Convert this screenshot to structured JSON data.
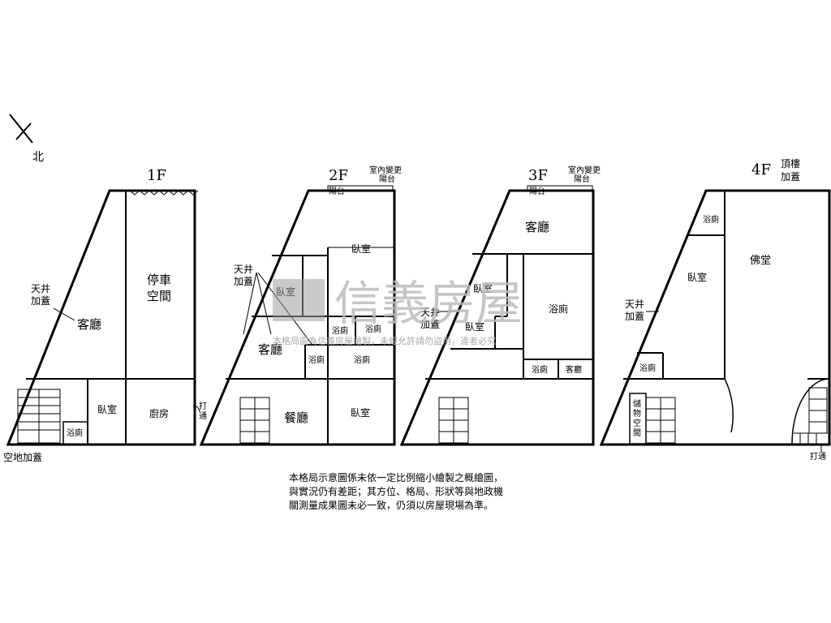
{
  "compass": {
    "label": "北"
  },
  "floors": [
    {
      "title": "1F",
      "rooms": [
        "停車",
        "空間",
        "客廳",
        "天井",
        "加蓋",
        "臥室",
        "廚房",
        "浴廁",
        "空地加蓋",
        "打",
        "通"
      ]
    },
    {
      "title": "2F",
      "rooms": [
        "室內變更",
        "陽台",
        "陽台",
        "臥室",
        "天井",
        "加蓋",
        "臥室",
        "客廳",
        "浴廁",
        "浴廁",
        "浴廁",
        "浴廁",
        "餐廳",
        "臥室"
      ]
    },
    {
      "title": "3F",
      "rooms": [
        "室內變更",
        "陽台",
        "陽台",
        "客廳",
        "臥室",
        "天井",
        "加蓋",
        "臥室",
        "浴廁",
        "浴廁",
        "客廳"
      ]
    },
    {
      "title": "4F",
      "rooms": [
        "頂樓",
        "加蓋",
        "浴廁",
        "佛堂",
        "臥室",
        "天井",
        "加蓋",
        "浴廁",
        "儲",
        "物",
        "空",
        "間",
        "打通"
      ]
    }
  ],
  "watermark": {
    "brand": "信義房屋",
    "notice": "本格局圖為信義房屋繪製，未經允許請勿盜用，違者必究"
  },
  "note": [
    "本格局示意圖係未依一定比例縮小繪製之概繪圖，",
    "與實況仍有差距；其方位、格局、形狀等與地政機",
    "關測量成果圖未必一致，仍須以房屋現場為準。"
  ]
}
